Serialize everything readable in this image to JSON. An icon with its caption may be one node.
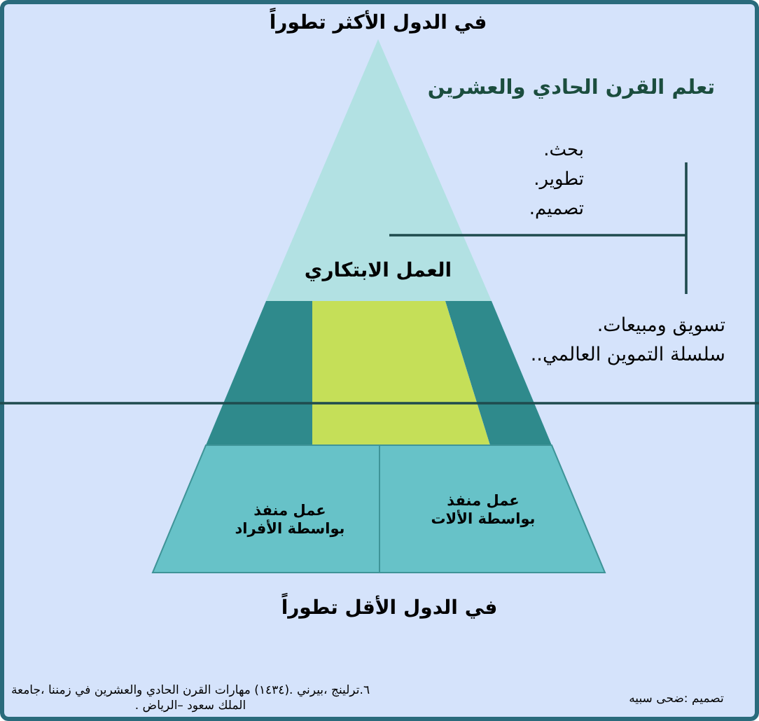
{
  "diagram": {
    "title": "تعلم القرن الحادي والعشرين",
    "nodes": [
      {
        "text": [
          "العمل الابتكاري"
        ]
      },
      {
        "text": [],
        "shape": "box"
      },
      {
        "text": [],
        "shape": "box"
      },
      {
        "text": [],
        "shape": "box"
      },
      {
        "text": [
          "عمل منفذ بواسطة الألات"
        ]
      },
      {
        "text": [
          "عمل منفذ بواسطة الأفراد"
        ]
      }
    ],
    "labels": [
      "في الدول الأكثر تطوراً",
      "بحث.",
      "تطوير.",
      "تصميم.",
      "تسويق ومبيعات.",
      "سلسلة التموين العالمي..",
      "في الدول الأقل تطوراً",
      "٦.ترلينج ،بيرني .(١٤٣٤) مهارات القرن الحادي والعشرين في زمننا ،جامعة الملك سعود –الرياض .",
      "تصميم :ضحى سبيه"
    ]
  }
}
